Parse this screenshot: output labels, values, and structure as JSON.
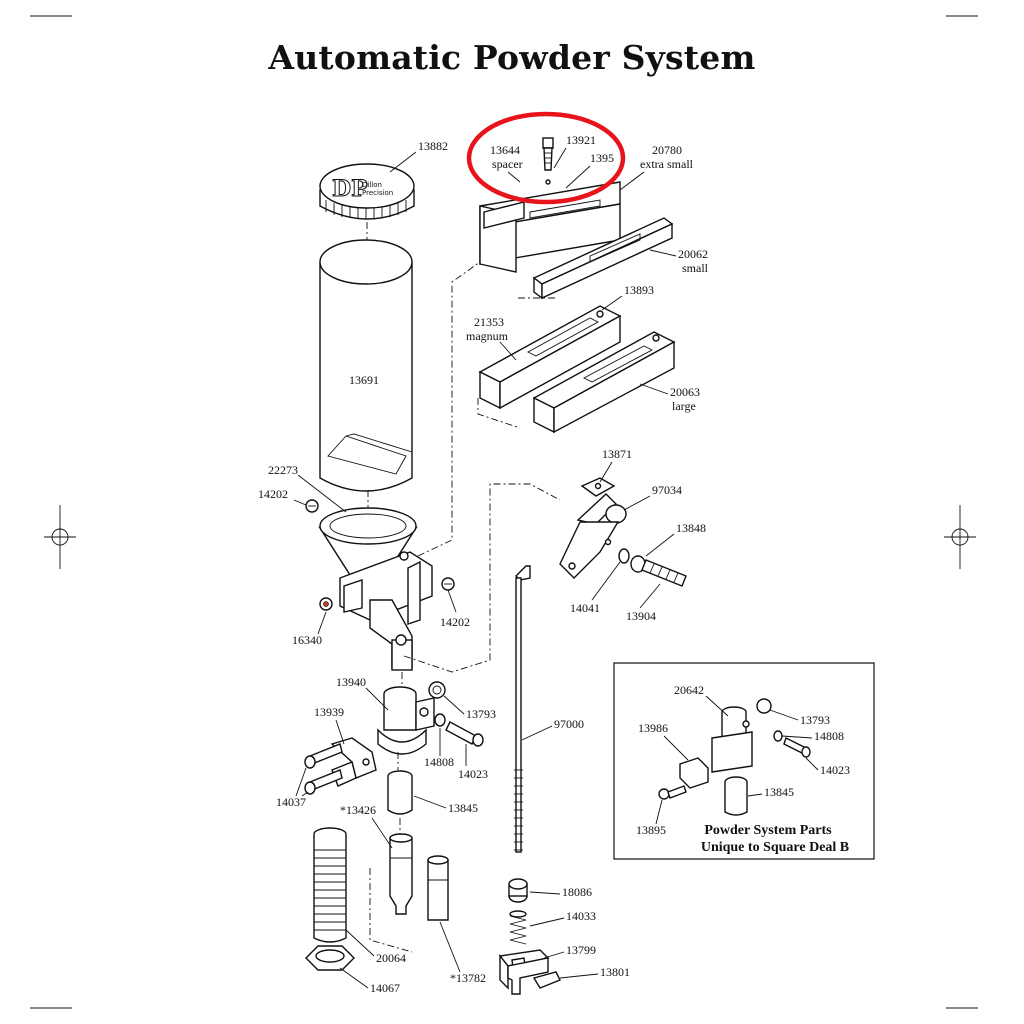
{
  "title": "Automatic Powder System",
  "logo_text": "Dillon Precision",
  "labels": {
    "p13882": "13882",
    "p13644": "13644",
    "p13644_sub": "spacer",
    "p13921": "13921",
    "p1395": "1395",
    "p20780": "20780",
    "p20780_sub": "extra small",
    "p20062": "20062",
    "p20062_sub": "small",
    "p13893": "13893",
    "p21353": "21353",
    "p21353_sub": "magnum",
    "p20063": "20063",
    "p20063_sub": "large",
    "p13691": "13691",
    "p22273": "22273",
    "p14202a": "14202",
    "p14202b": "14202",
    "p16340": "16340",
    "p13871": "13871",
    "p97034": "97034",
    "p13848": "13848",
    "p14041": "14041",
    "p13904": "13904",
    "p13940": "13940",
    "p13793": "13793",
    "p13939": "13939",
    "p14808": "14808",
    "p14023": "14023",
    "p14037": "14037",
    "p13426": "*13426",
    "p13845": "13845",
    "p97000": "97000",
    "p20064": "20064",
    "p14067": "14067",
    "p13782": "*13782",
    "p18086": "18086",
    "p14033": "14033",
    "p13799": "13799",
    "p13801": "13801"
  },
  "inset": {
    "caption_line1": "Powder System Parts",
    "caption_line2": "Unique to Square Deal B",
    "labels": {
      "p20642": "20642",
      "p13793": "13793",
      "p13986": "13986",
      "p14808": "14808",
      "p14023": "14023",
      "p13845": "13845",
      "p13895": "13895"
    }
  },
  "colors": {
    "line": "#111111",
    "highlight": "#e8141b",
    "shade": "#d8d8d8"
  }
}
